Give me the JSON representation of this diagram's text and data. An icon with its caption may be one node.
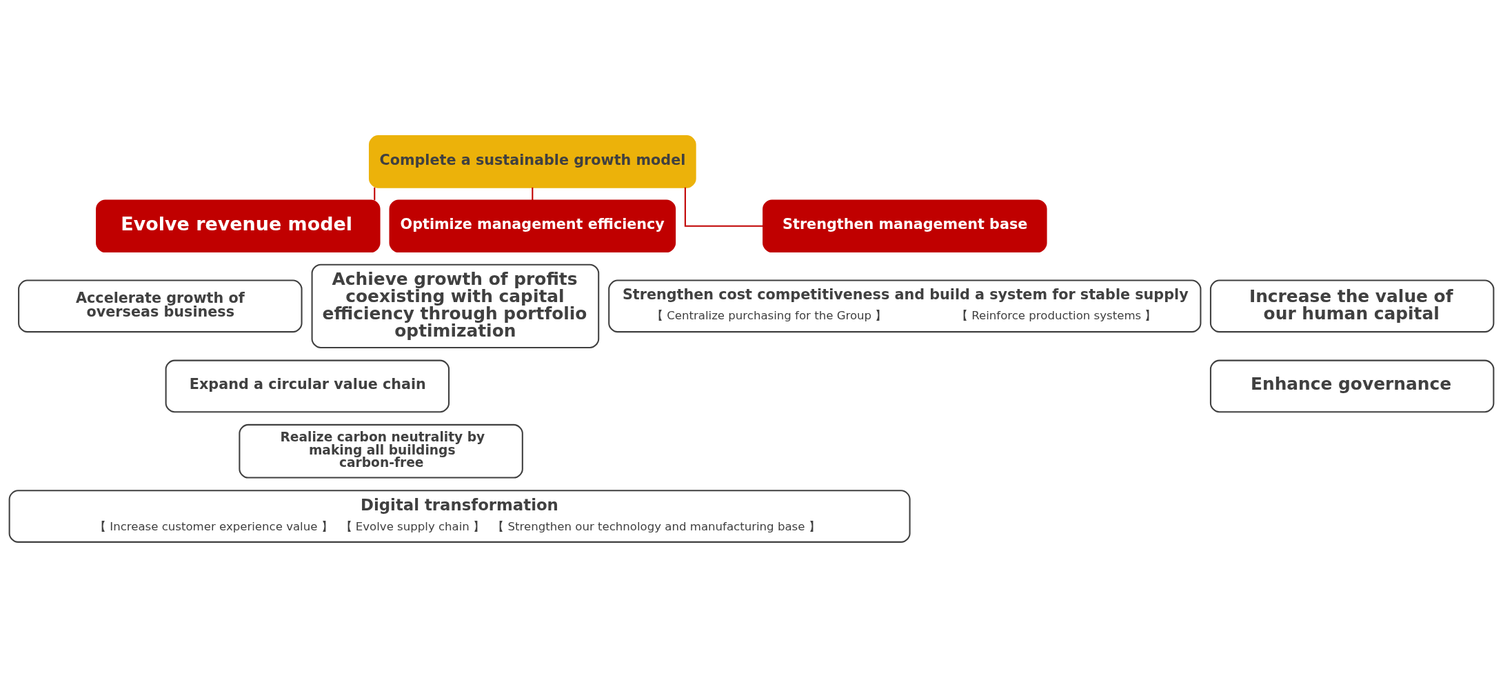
{
  "diagram": {
    "nodes": [
      {
        "text": [
          "Complete a sustainable growth model"
        ]
      },
      {
        "text": [
          "Evolve revenue model"
        ]
      },
      {
        "text": [
          "Optimize management efficiency"
        ]
      },
      {
        "text": [
          "Strengthen management base"
        ]
      },
      {
        "text": [
          "Accelerate growth of overseas business"
        ]
      },
      {
        "text": [
          "Achieve growth of profits coexisting with capital efficiency through portfolio optimization"
        ]
      },
      {
        "text": [
          "Increase the value of our human capital"
        ]
      },
      {
        "text": [
          "Expand a circular value chain"
        ]
      },
      {
        "text": [
          "Enhance governance"
        ]
      },
      {
        "text": [
          "Realize carbon neutrality by making all buildings carbon-free"
        ]
      },
      {
        "text": [
          "Strengthen cost competitiveness and build a system for stable supply",
          "【 Centralize purchasing for the Group 】",
          "【 Reinforce production systems 】"
        ]
      },
      {
        "text": [
          "Digital transformation",
          "【 Increase customer experience value 】",
          "【 Evolve supply chain 】",
          "【 Strengthen our technology and manufacturing base 】"
        ]
      }
    ],
    "edges": [
      {
        "from": 0,
        "to": 1,
        "arrow": "none"
      },
      {
        "from": 0,
        "to": 2,
        "arrow": "none"
      },
      {
        "from": 0,
        "to": 3,
        "arrow": "none"
      }
    ]
  }
}
